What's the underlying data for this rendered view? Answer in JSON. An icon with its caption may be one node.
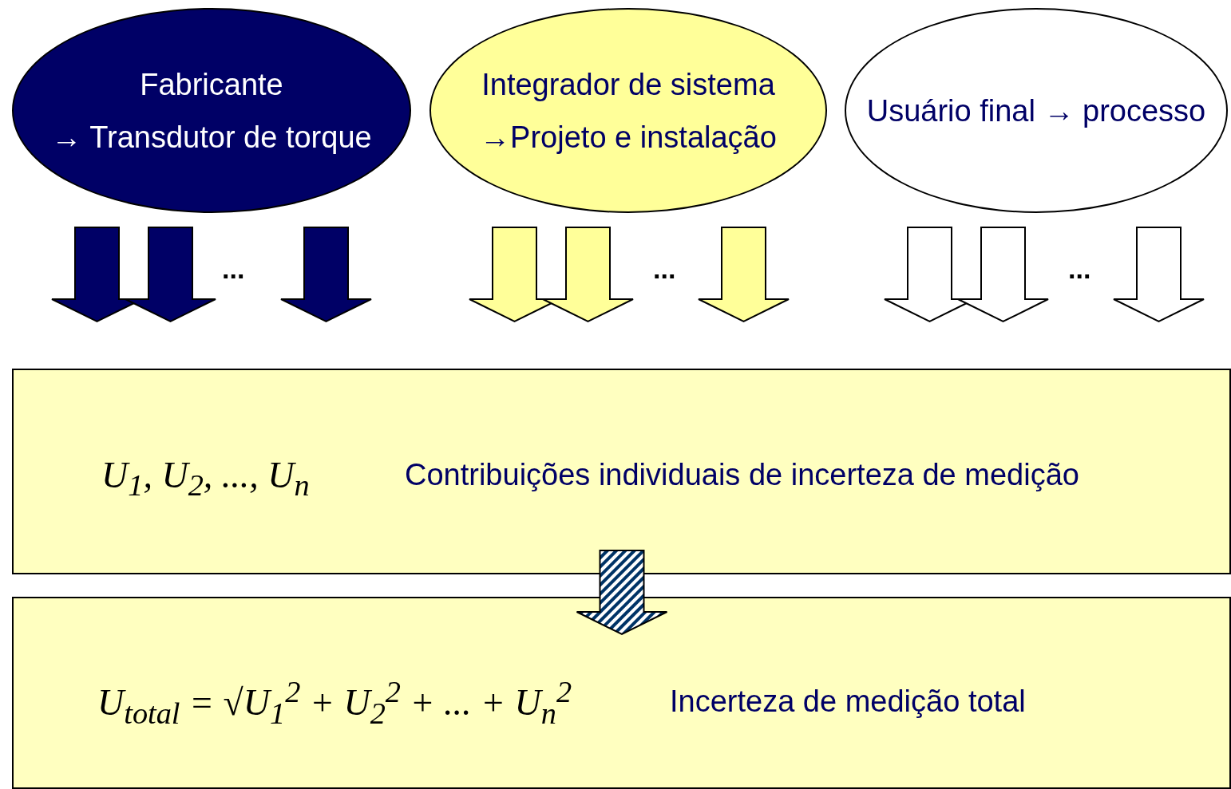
{
  "diagram": {
    "nodes": [
      {
        "text": [
          "Fabricante",
          "→ Transdutor de torque"
        ]
      },
      {
        "text": [
          "Integrador de sistema",
          "→Projeto e instalação"
        ]
      },
      {
        "text": [
          "Usuário final → processo"
        ]
      },
      {
        "text": [
          "U$_{1}$, U$_{2}$, ..., U$_{n}$",
          "Contribuições individuais de incerteza de medição"
        ]
      },
      {
        "text": [
          "U$_{total}$ = √U$_{1}$$^{2}$ + U$_{2}$$^{2}$ + ... + U$_{n}$$^{2}$",
          "Incerteza de medição total"
        ]
      }
    ],
    "edges": [
      {
        "from": 0,
        "to": 3,
        "arrow": "to",
        "style": "thick",
        "color": "#000066"
      },
      {
        "from": 0,
        "to": 3,
        "arrow": "to",
        "style": "thick",
        "color": "#000066"
      },
      {
        "from": 0,
        "to": 3,
        "arrow": "to",
        "style": "thick",
        "color": "#000066"
      },
      {
        "from": 1,
        "to": 3,
        "arrow": "to",
        "style": "thick",
        "color": "#ffff99"
      },
      {
        "from": 1,
        "to": 3,
        "arrow": "to",
        "style": "thick",
        "color": "#ffff99"
      },
      {
        "from": 1,
        "to": 3,
        "arrow": "to",
        "style": "thick",
        "color": "#ffff99"
      },
      {
        "from": 2,
        "to": 3,
        "arrow": "to",
        "style": "thick",
        "color": "#ffffff"
      },
      {
        "from": 2,
        "to": 3,
        "arrow": "to",
        "style": "thick",
        "color": "#ffffff"
      },
      {
        "from": 2,
        "to": 3,
        "arrow": "to",
        "style": "thick",
        "color": "#ffffff"
      },
      {
        "from": 3,
        "to": 4,
        "arrow": "to",
        "style": "thick",
        "color": "#003366"
      }
    ],
    "labels": [
      "...",
      "...",
      "..."
    ]
  }
}
